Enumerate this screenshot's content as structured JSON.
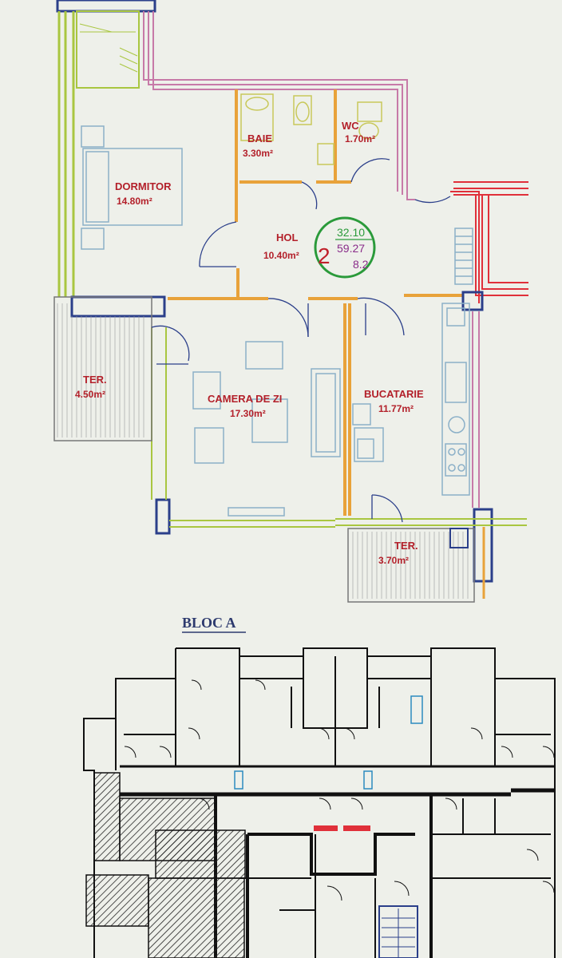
{
  "rooms": [
    {
      "name": "DORMITOR",
      "area": "14.80m²"
    },
    {
      "name": "BAIE",
      "area": "3.30m²"
    },
    {
      "name": "WC",
      "area": "1.70m²"
    },
    {
      "name": "HOL",
      "area": "10.40m²"
    },
    {
      "name": "TER.",
      "area": "4.50m²"
    },
    {
      "name": "CAMERA DE ZI",
      "area": "17.30m²"
    },
    {
      "name": "BUCATARIE",
      "area": "11.77m²"
    },
    {
      "name": "TER.",
      "area": "3.70m²"
    }
  ],
  "apartment_tag": {
    "number": "2",
    "useful_area": "32.10",
    "total_area": "59.27",
    "terrace_area": "8.2"
  },
  "block_title": "BLOC A",
  "colors": {
    "exterior_wall_red": "#e0303a",
    "wall_pink": "#c77aa8",
    "wall_orange": "#e8a23a",
    "wall_blue": "#2b3f8a",
    "wall_green": "#a9c640",
    "label_red": "#b3202a",
    "tag_green": "#2a9a3a",
    "tag_purple": "#8a2d8a"
  }
}
